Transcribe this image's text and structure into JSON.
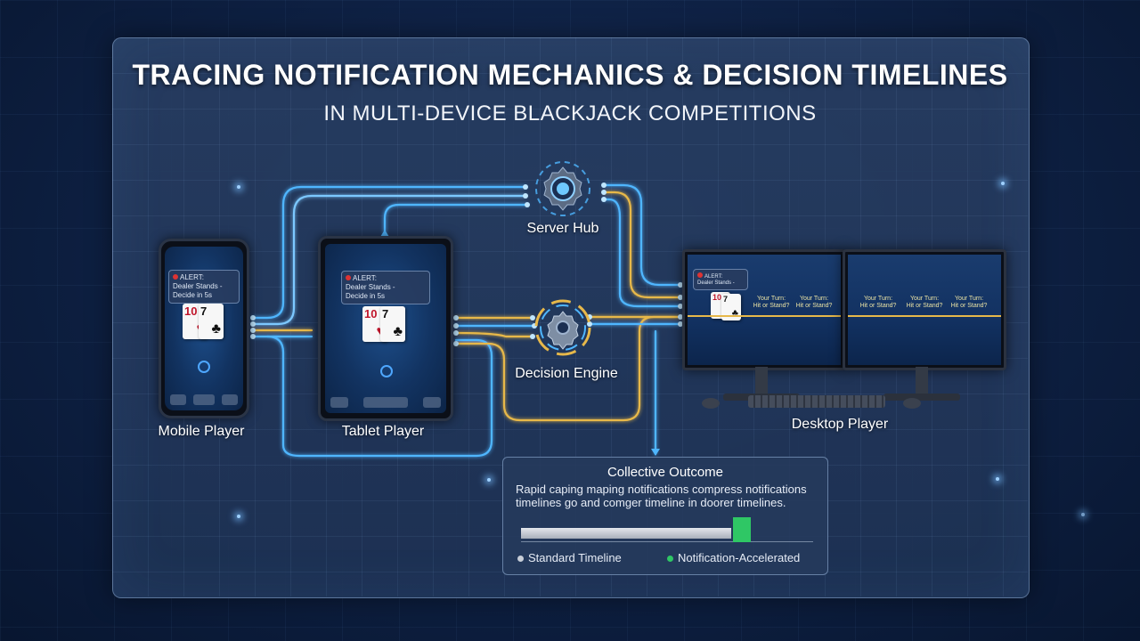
{
  "header": {
    "title": "TRACING NOTIFICATION MECHANICS & DECISION TIMELINES",
    "subtitle": "IN MULTI-DEVICE BLACKJACK COMPETITIONS"
  },
  "nodes": {
    "server_hub": "Server Hub",
    "decision_engine": "Decision Engine",
    "mobile_player": "Mobile Player",
    "tablet_player": "Tablet Player",
    "desktop_player": "Desktop Player"
  },
  "devices": {
    "alert_title": "ALERT:",
    "alert_line1": "Dealer Stands -",
    "alert_line2": "Decide in 5s",
    "card1_rank": "10",
    "card1_suit": "♥",
    "card2_rank": "7",
    "card2_suit": "♣",
    "desktop_turn_line1": "Your Turn:",
    "desktop_turn_line2": "Hit or Stand?"
  },
  "outcome": {
    "title": "Collective Outcome",
    "line1": "Rapid caping maping notifications compress notifications",
    "line2": "timelines go and comger timeline in doorer timelines.",
    "legend_standard": "Standard Timeline",
    "legend_accelerated": "Notification-Accelerated",
    "standard_fraction": 0.72,
    "accelerated_fraction": 0.06
  },
  "colors": {
    "wire_blue": "#4fb6ff",
    "wire_gold": "#e7b84a",
    "accent_green": "#2fc765",
    "alert_red": "#d33333"
  }
}
